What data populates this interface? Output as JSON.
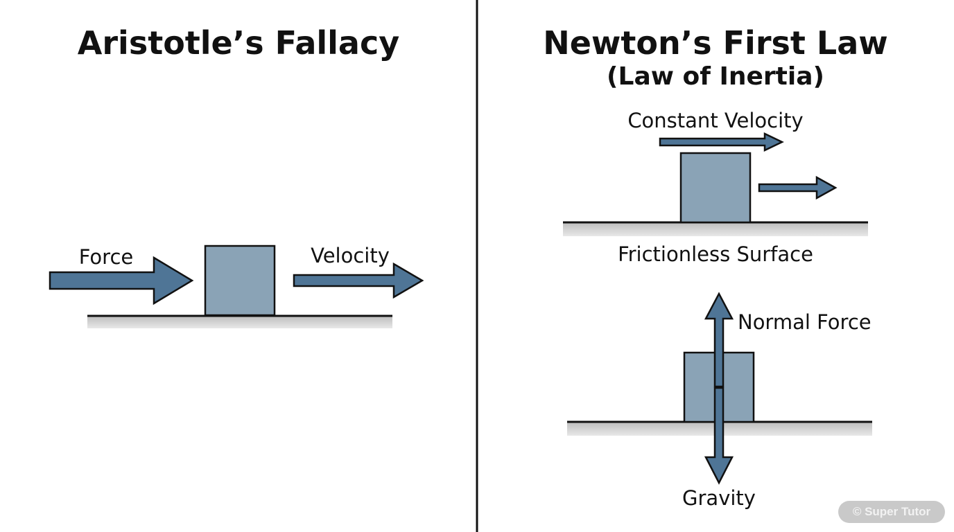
{
  "left_panel": {
    "title": "Aristotle’s Fallacy",
    "force_label": "Force",
    "velocity_label": "Velocity"
  },
  "right_panel": {
    "title": "Newton’s First Law",
    "subtitle": "(Law of Inertia)",
    "constant_velocity_label": "Constant Velocity",
    "surface_label": "Frictionless Surface",
    "normal_force_label": "Normal Force",
    "gravity_label": "Gravity"
  },
  "watermark": "© Super Tutor",
  "colors": {
    "arrow_fill": "#4f7596",
    "block_fill": "#8aa3b6",
    "outline": "#111111",
    "ground_shadow": "#cfcfcf"
  }
}
